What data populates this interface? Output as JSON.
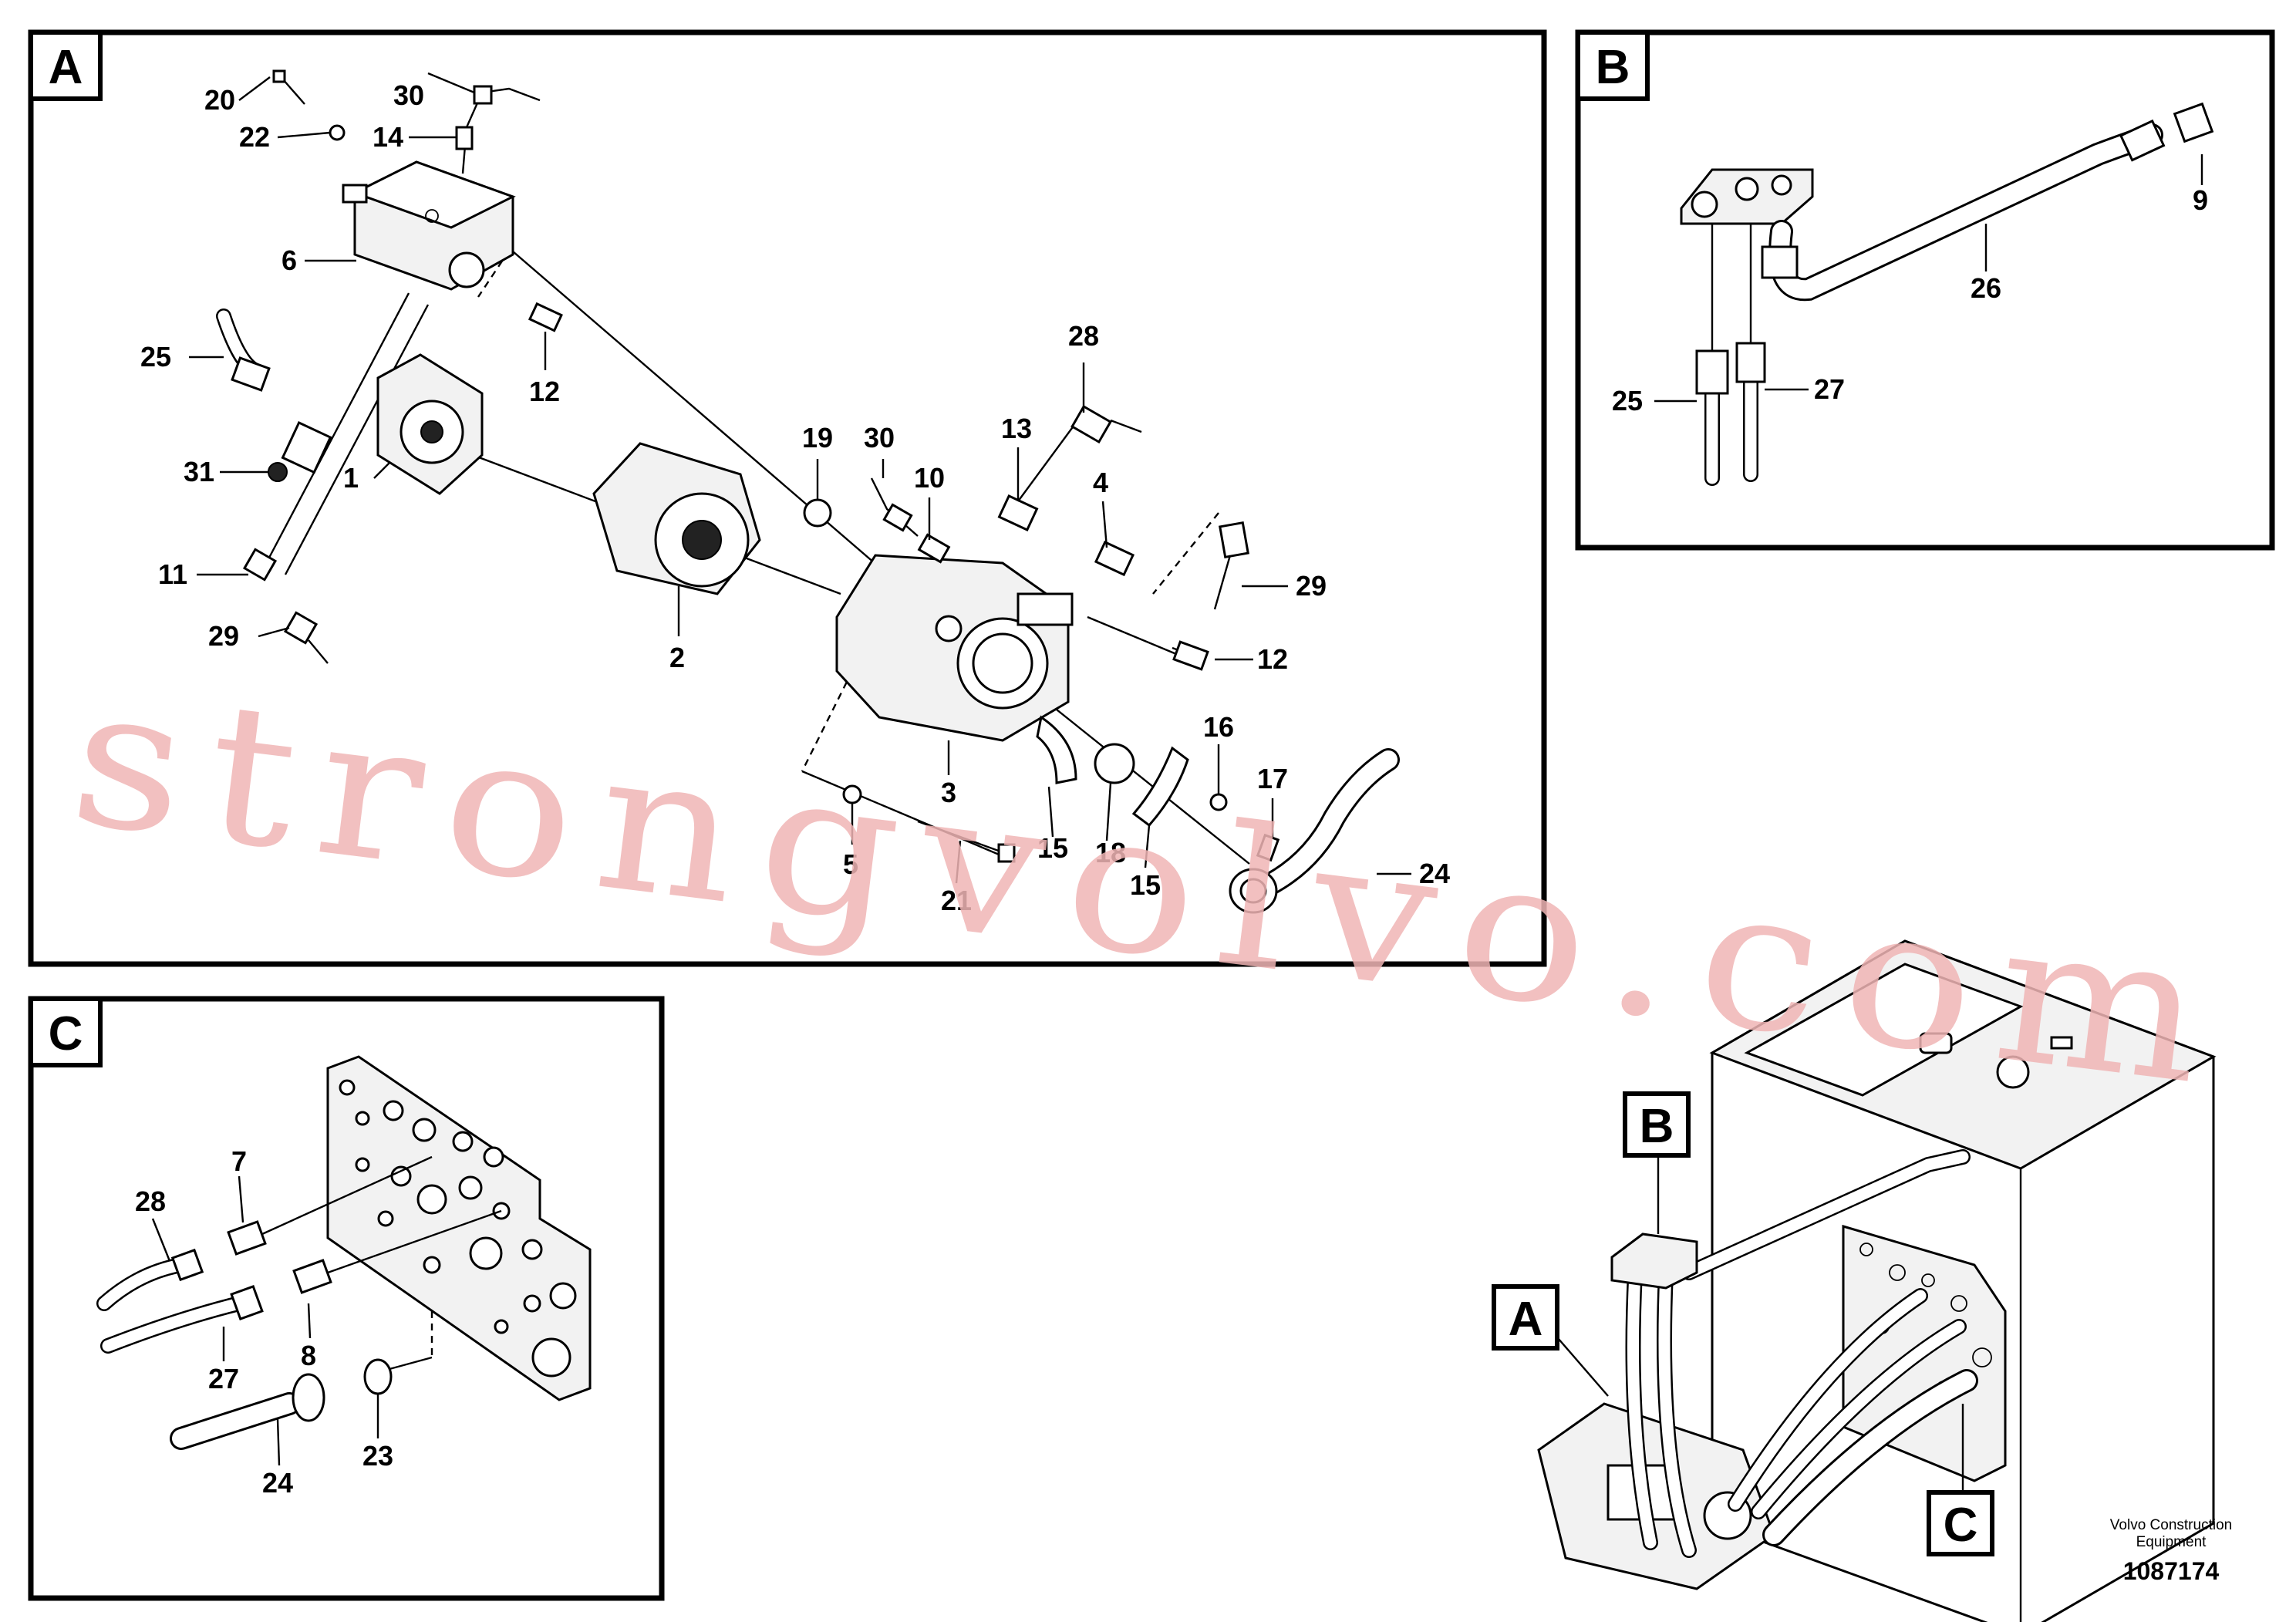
{
  "panels": {
    "A": {
      "label": "A"
    },
    "B": {
      "label": "B"
    },
    "C": {
      "label": "C"
    }
  },
  "overview": {
    "callout_a": "A",
    "callout_b": "B",
    "callout_c": "C"
  },
  "callouts_a": {
    "n20": "20",
    "n30a": "30",
    "n22": "22",
    "n14": "14",
    "n6": "6",
    "n25": "25",
    "n12a": "12",
    "n31": "31",
    "n1": "1",
    "n11": "11",
    "n29a": "29",
    "n2": "2",
    "n28": "28",
    "n19": "19",
    "n30b": "30",
    "n10": "10",
    "n13": "13",
    "n4": "4",
    "n29b": "29",
    "n12b": "12",
    "n3": "3",
    "n16": "16",
    "n17": "17",
    "n5": "5",
    "n15a": "15",
    "n18": "18",
    "n15b": "15",
    "n21": "21",
    "n24": "24"
  },
  "callouts_b": {
    "n9": "9",
    "n26": "26",
    "n25": "25",
    "n27": "27"
  },
  "callouts_c": {
    "n7": "7",
    "n28": "28",
    "n8": "8",
    "n27": "27",
    "n23": "23",
    "n24": "24"
  },
  "footer": {
    "manufacturer_line1": "Volvo Construction",
    "manufacturer_line2": "Equipment",
    "doc_number": "1087174"
  },
  "watermark": "strongvolvo.com"
}
